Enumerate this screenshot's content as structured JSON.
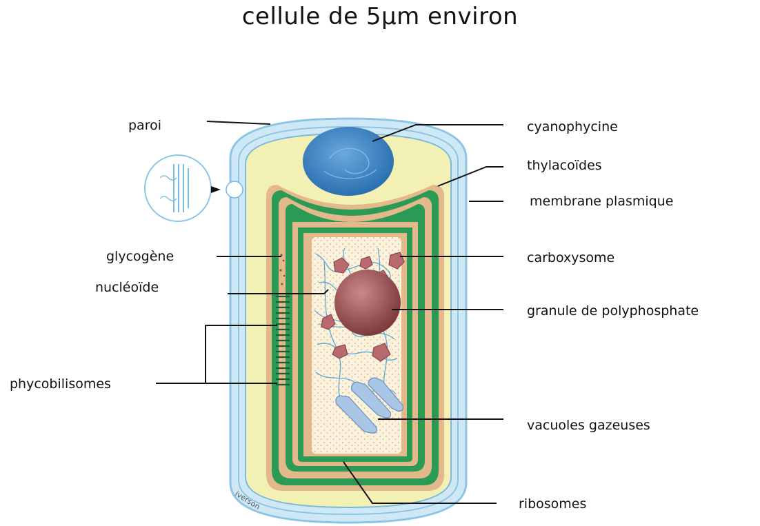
{
  "title": "cellule de 5µm environ",
  "labels": {
    "paroi": "paroi",
    "cyanophycine": "cyanophycine",
    "thylacoides": "thylacoïdes",
    "membrane_plasmique": "membrane plasmique",
    "glycogene": "glycogène",
    "carboxysome": "carboxysome",
    "nucleoide": "nucléoïde",
    "granule_polyphosphate": "granule de polyphosphate",
    "phycobilisomes": "phycobilisomes",
    "vacuoles_gazeuses": "vacuoles gazeuses",
    "ribosomes": "ribosomes"
  },
  "signature": "iverson",
  "colors": {
    "wall": "#9fd0ea",
    "cytoplasm": "#f3f0b4",
    "thylakoid_green": "#2a9a55",
    "thylakoid_tan": "#e3b98c",
    "nucleoplasm": "#fbf2dc",
    "cyanophycin": "#3f86c4",
    "polyphosphate": "#9c4a4c",
    "carboxysome": "#b86a6f",
    "gas_vacuole": "#a9c6e6"
  }
}
